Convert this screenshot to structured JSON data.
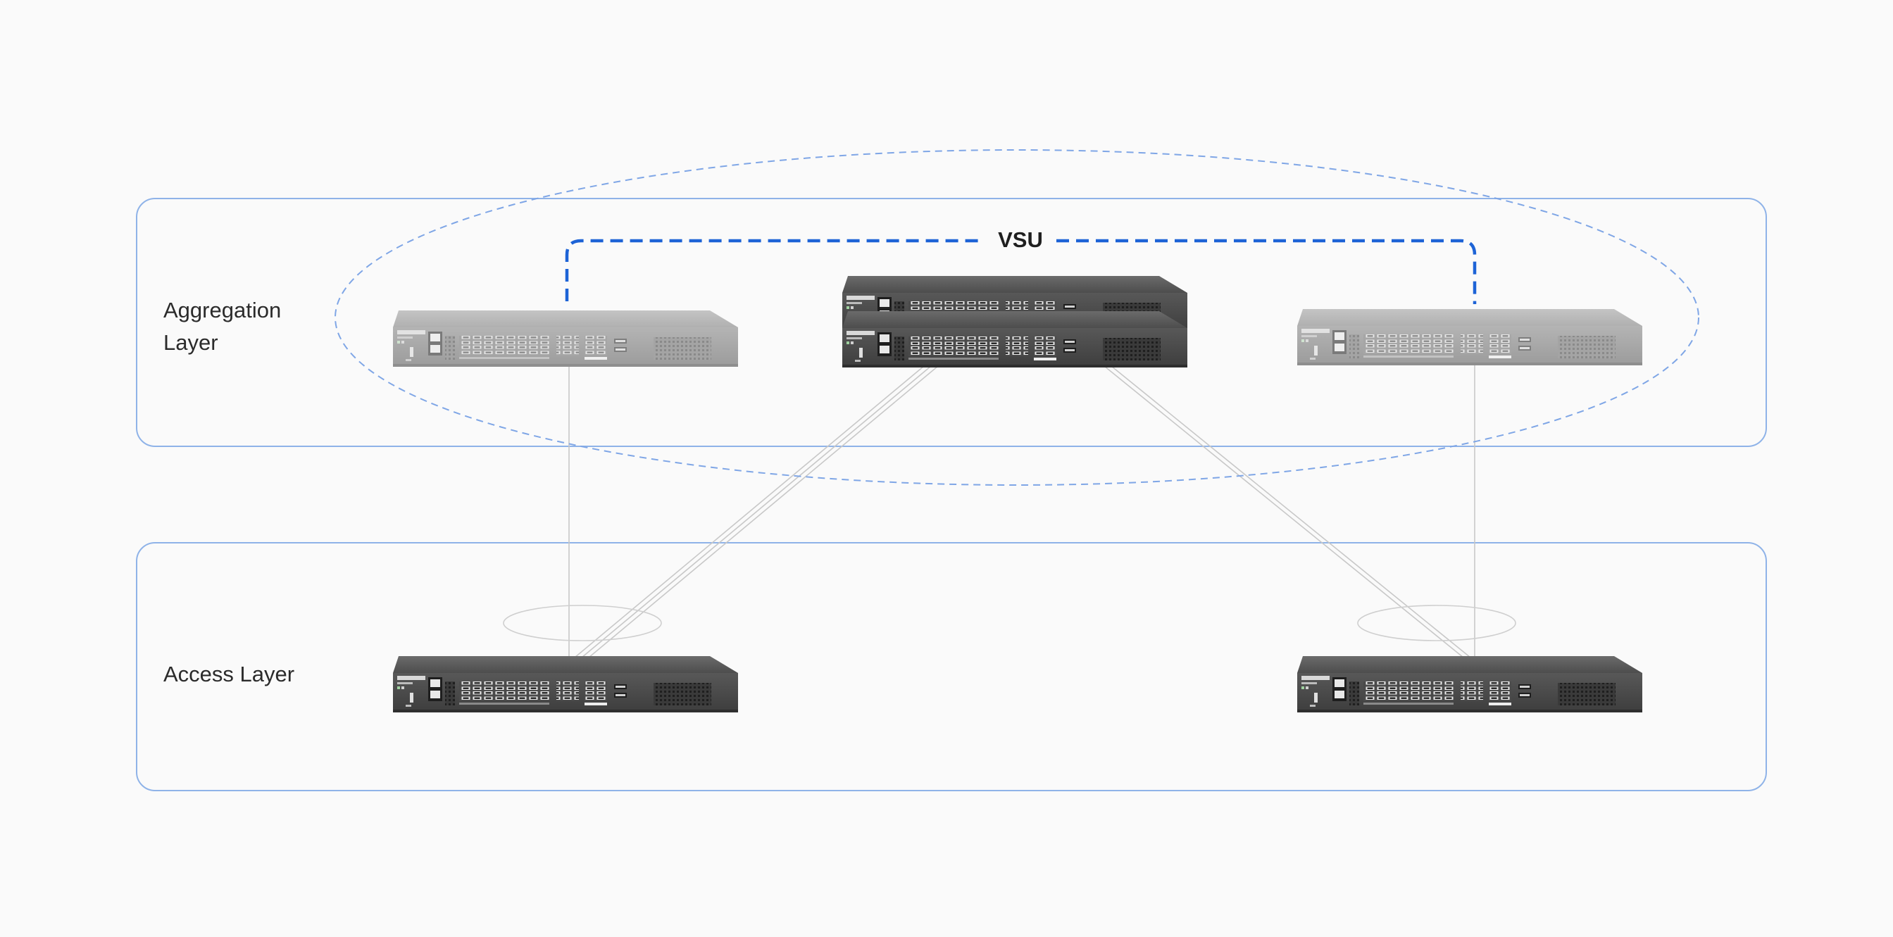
{
  "diagram": {
    "vsu_label": "VSU",
    "layers": [
      {
        "id": "aggregation",
        "label_lines": [
          "Aggregation",
          "Layer"
        ]
      },
      {
        "id": "access",
        "label_lines": [
          "Access Layer"
        ]
      }
    ],
    "switches": [
      {
        "id": "agg-left",
        "layer": "aggregation",
        "style": "faded",
        "name": "aggregation switch left"
      },
      {
        "id": "agg-center-top",
        "layer": "aggregation",
        "style": "dark",
        "name": "aggregation switch center (stacked top)"
      },
      {
        "id": "agg-center-bottom",
        "layer": "aggregation",
        "style": "dark",
        "name": "aggregation switch center (stacked bottom)"
      },
      {
        "id": "agg-right",
        "layer": "aggregation",
        "style": "faded",
        "name": "aggregation switch right"
      },
      {
        "id": "acc-left",
        "layer": "access",
        "style": "dark",
        "name": "access switch left"
      },
      {
        "id": "acc-right",
        "layer": "access",
        "style": "dark",
        "name": "access switch right"
      }
    ],
    "colors": {
      "panel_border": "#8fb3e8",
      "vsu_ellipse": "#7fa6e6",
      "vsu_link": "#1d63d6",
      "uplink": "#c8c8c8",
      "lag_ellipse": "#cfcfcf",
      "switch_dark": "#4a4a4a",
      "switch_faded": "#a9a9a9",
      "background": "#fafafa"
    }
  }
}
